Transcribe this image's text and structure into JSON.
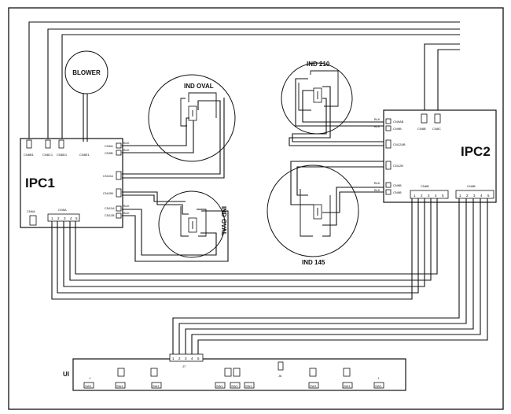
{
  "boards": {
    "ipc1": {
      "name": "IPC1"
    },
    "ipc2": {
      "name": "IPC2"
    },
    "ui": {
      "name": "UI"
    }
  },
  "components": {
    "blower": "BLOWER",
    "ind_oval_top": "IND OVAL",
    "ind_oval_bottom": "IND OVAL",
    "ind_210": "IND 210",
    "ind_145": "IND 145"
  },
  "connectors": {
    "ipc1_left_plug": "CN6A",
    "ipc1_bottom": "CN5A",
    "ipc1_top": [
      "CN8B1",
      "CN8C1",
      "CN8D1",
      "CN8E1"
    ],
    "ipc1_right": [
      "CN9A",
      "CN9B",
      "CN10A",
      "CN10B",
      "CN11A",
      "CN11B"
    ],
    "ipc1_wire_tags": [
      "BLK",
      "BLK",
      "BLK",
      "BLK"
    ],
    "ipc2_top": [
      "CN8B",
      "CN8C"
    ],
    "ipc2_left": [
      "CN9AB",
      "CN9B",
      "CN12AB",
      "CN12B",
      "CN9B",
      "CN9B"
    ],
    "ipc2_wire_tags": [
      "BLK",
      "BLK",
      "BLK",
      "BLK"
    ],
    "ipc2_bottom_left": "CN6B",
    "ipc2_bottom_right": "CN6B",
    "ui_j7": "J7",
    "ui_j6": "J6",
    "ui_key_code": "SW1"
  },
  "pins": [
    "1",
    "2",
    "3",
    "4",
    "5"
  ],
  "ui_symbols": {
    "plus": "+"
  }
}
